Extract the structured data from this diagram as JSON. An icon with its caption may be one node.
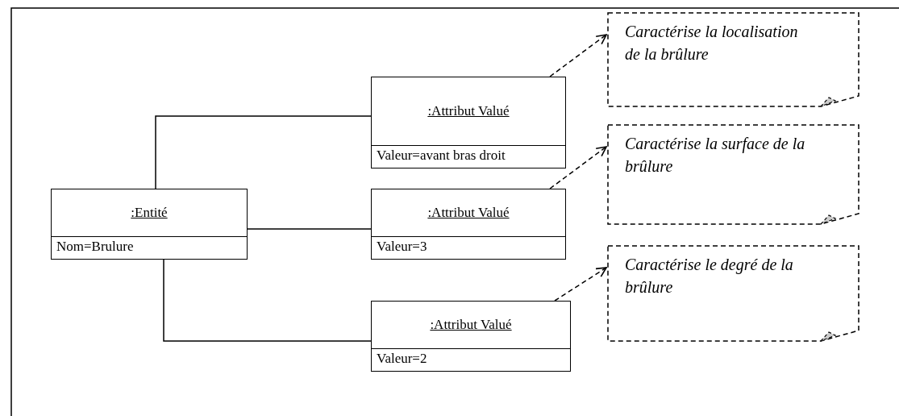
{
  "diagram": {
    "nodes": [
      {
        "text": [
          ":Entité",
          "Nom=Brulure"
        ]
      },
      {
        "text": [
          ":Attribut Valué",
          "Valeur=avant bras droit"
        ]
      },
      {
        "text": [
          ":Attribut Valué",
          "Valeur=3"
        ]
      },
      {
        "text": [
          ":Attribut Valué",
          "Valeur=2"
        ]
      },
      {
        "text": [
          "Caractérise la localisation de la brûlure"
        ]
      },
      {
        "text": [
          "Caractérise la surface de la brûlure"
        ]
      },
      {
        "text": [
          "Caractérise le degré de la brûlure"
        ]
      }
    ],
    "edges": [
      {
        "from": 0,
        "to": 1,
        "arrow": "none"
      },
      {
        "from": 0,
        "to": 2,
        "arrow": "none"
      },
      {
        "from": 0,
        "to": 3,
        "arrow": "none"
      },
      {
        "from": 1,
        "to": 4,
        "arrow": "to",
        "style": "dashed"
      },
      {
        "from": 2,
        "to": 5,
        "arrow": "to",
        "style": "dashed"
      },
      {
        "from": 3,
        "to": 6,
        "arrow": "to",
        "style": "dashed"
      }
    ]
  }
}
